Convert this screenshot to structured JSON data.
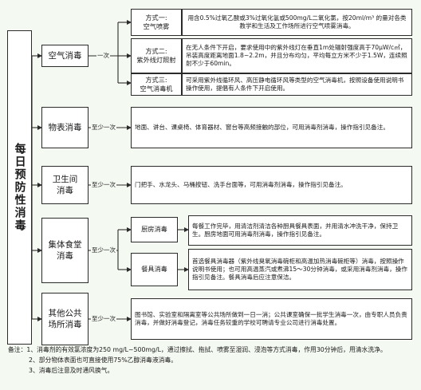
{
  "root": "每日预防性消毒",
  "categories": [
    {
      "name": "空气消毒",
      "freq": "一次",
      "methods": [
        {
          "label": "方式一:\n空气喷雾",
          "desc": "用含0.5%过氧乙酸或3%过氧化氢或500mg/L二氧化氯，按20ml/m³ 的量对各类教学和生活及工作场所进行空气喷雾消毒。"
        },
        {
          "label": "方式二:\n紫外线灯照射",
          "desc": "在无人条件下开启，要求使用中的紫外线灯在垂直1m处辐射强度高于70μW/c㎡，吊装高度距离地面1.8~2.2m，并且分布均匀，平均每立方米不少于1.5W，连续照射不少于60min。"
        },
        {
          "label": "方式三:\n空气消毒机",
          "desc": "可采用紫外线循环风、高压静电循环风等类型的空气消毒机，按照设备使用说明书操作使用，提倡有人条件下开启使用。"
        }
      ]
    },
    {
      "name": "物表消毒",
      "freq": "至少一次",
      "desc": "地面、讲台、课桌椅、体育器材、窗台等高频接触的部位，可用消毒剂消毒，操作指引见备注。"
    },
    {
      "name": "卫生间\n消毒",
      "freq": "至少一次",
      "desc": "门把手、水龙头、马桶按钮、洗手台面等，可用消毒剂消毒，操作指引见备注。"
    },
    {
      "name": "集体食堂\n消毒",
      "freq": "至少一次",
      "methods": [
        {
          "label": "厨房消毒",
          "desc": "每餐工作完毕，用清洁剂清洁各种厨具餐具表面，并用清水冲洗干净，保持卫生。厨房地面可用消毒剂消毒，操作指引见备注。"
        },
        {
          "label": "餐具消毒",
          "desc": "首选餐具消毒器（紫外线臭氧消毒碗柜和高温加热消毒碗柜等）消毒，按照操作说明书使用；也可用高温蒸汽或煮沸15～30分钟消毒，或采用消毒剂消毒，操作指引见备注。餐具消毒后应注意保洁。"
        }
      ]
    },
    {
      "name": "其他公共\n场所消毒",
      "freq": "至少一次",
      "desc": "图书馆、实验室和隔离室等公共场所做到一日一消；公共课室确保一批学生消毒一次，由专职人员负责消毒，并做好消毒登记，消毒任务较重的学校可聘请专业公司进行消毒处置。"
    }
  ],
  "notes": {
    "prefix": "备注：",
    "items": [
      "1、消毒剂的有效氯浓度为250 mg/L~500mg/L，通过擦拭、拖拭、喷雾至湿润、浸泡等方式消毒，作用30分钟后，用清水洗净。",
      "2、部分物体表面也可直接使用75%乙醇消毒液消毒。",
      "3、消毒后注意及时通风换气。"
    ]
  }
}
